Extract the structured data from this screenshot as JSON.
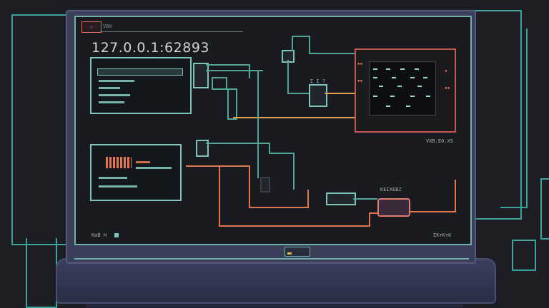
{
  "screen": {
    "address": "127.0.0.1:62893",
    "tab_label": "☉ ",
    "tab_caption": "VB0",
    "upper_node_label": "Σ Ι ?",
    "right_panel_caption": "VXB.E0.X5",
    "lower_node_caption": "KΕΙXΕΒΖ",
    "footer_left": "KαΒ Η",
    "footer_right": "ΣKτKτK"
  },
  "colors": {
    "teal": "#7fc4bb",
    "orange": "#e1774e",
    "red": "#c15a52",
    "screen": "#1a1b21"
  }
}
